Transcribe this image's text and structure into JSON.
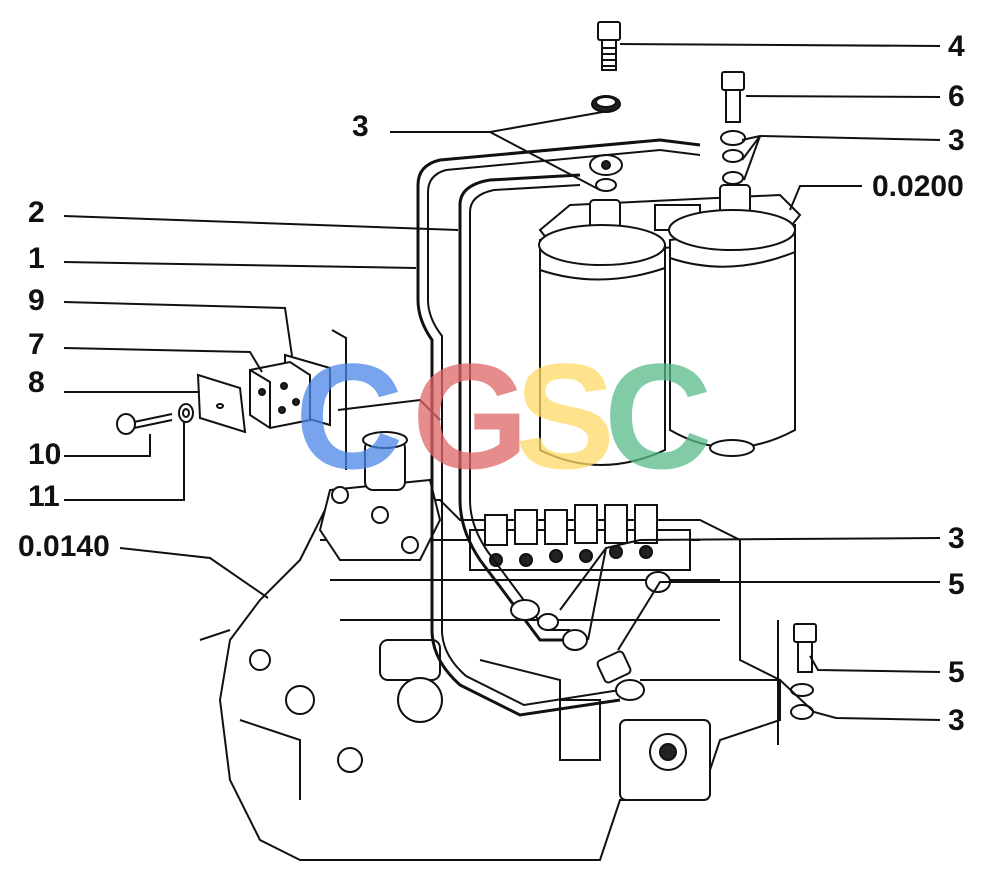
{
  "callouts": {
    "c4": "4",
    "c6": "6",
    "c3_right_top": "3",
    "c0200": "0.0200",
    "c3_left_top": "3",
    "c2": "2",
    "c1": "1",
    "c9": "9",
    "c7": "7",
    "c8": "8",
    "c10": "10",
    "c11": "11",
    "c0140": "0.0140",
    "c3_mid": "3",
    "c5_mid": "5",
    "c5_low": "5",
    "c3_low": "3"
  },
  "watermark": {
    "letters": [
      "C",
      "G",
      "S",
      "C"
    ],
    "colors": [
      "#4a86e8",
      "#e06666",
      "#ffd966",
      "#57bb8a"
    ]
  }
}
